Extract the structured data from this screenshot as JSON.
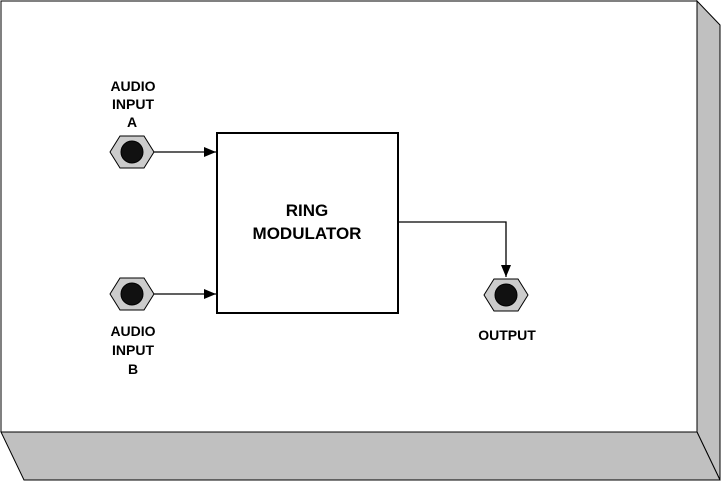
{
  "module": {
    "block_label_line1": "RING",
    "block_label_line2": "MODULATOR"
  },
  "jacks": {
    "input_a": {
      "line1": "AUDIO",
      "line2": "INPUT",
      "line3": "A"
    },
    "input_b": {
      "line1": "AUDIO",
      "line2": "INPUT",
      "line3": "B"
    },
    "output": {
      "label": "OUTPUT"
    }
  },
  "colors": {
    "panel_face": "#ffffff",
    "panel_side": "#c0c0c0",
    "stroke": "#000000",
    "jack_body": "#cccccc",
    "jack_hole": "#111111"
  }
}
